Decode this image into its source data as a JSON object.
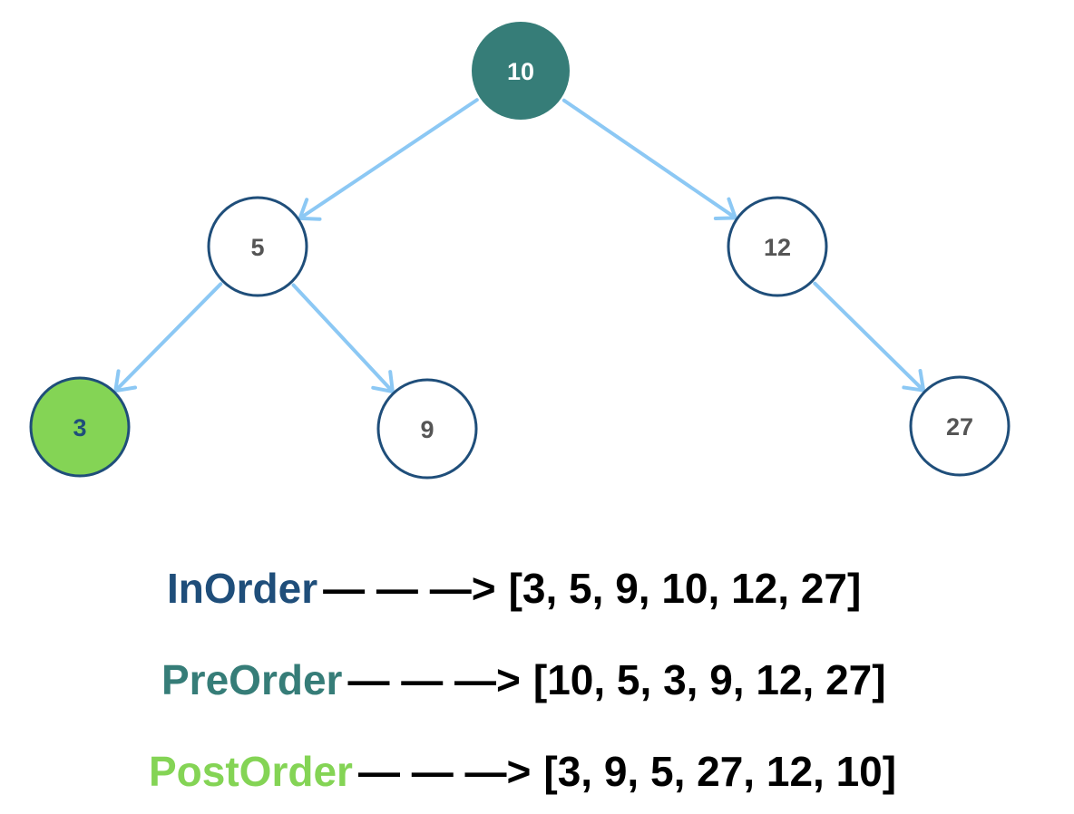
{
  "colors": {
    "edge": "#8cc8f4",
    "node_stroke": "#1f4e7a",
    "node_text": "#555555",
    "root_fill": "#367d78",
    "root_text": "#ffffff",
    "highlight_fill": "#84d455",
    "highlight_text": "#1f4e7a",
    "inorder": "#1f4e7a",
    "preorder": "#367d78",
    "postorder": "#84d455"
  },
  "tree": {
    "nodes": [
      {
        "id": "n10",
        "label": "10",
        "style": "root"
      },
      {
        "id": "n5",
        "label": "5",
        "style": "default"
      },
      {
        "id": "n12",
        "label": "12",
        "style": "default"
      },
      {
        "id": "n3",
        "label": "3",
        "style": "highlight"
      },
      {
        "id": "n9",
        "label": "9",
        "style": "default"
      },
      {
        "id": "n27",
        "label": "27",
        "style": "default"
      }
    ],
    "edges": [
      {
        "from": "n10",
        "to": "n5"
      },
      {
        "from": "n10",
        "to": "n12"
      },
      {
        "from": "n5",
        "to": "n3"
      },
      {
        "from": "n5",
        "to": "n9"
      },
      {
        "from": "n12",
        "to": "n27"
      }
    ]
  },
  "traversals": {
    "inorder": {
      "label": "InOrder",
      "arrow": "— — —>",
      "result": "[3, 5, 9, 10, 12, 27]"
    },
    "preorder": {
      "label": "PreOrder",
      "arrow": "— — —>",
      "result": "[10, 5, 3, 9, 12, 27]"
    },
    "postorder": {
      "label": "PostOrder",
      "arrow": "— — —>",
      "result": "[3, 9, 5, 27, 12, 10]"
    }
  }
}
